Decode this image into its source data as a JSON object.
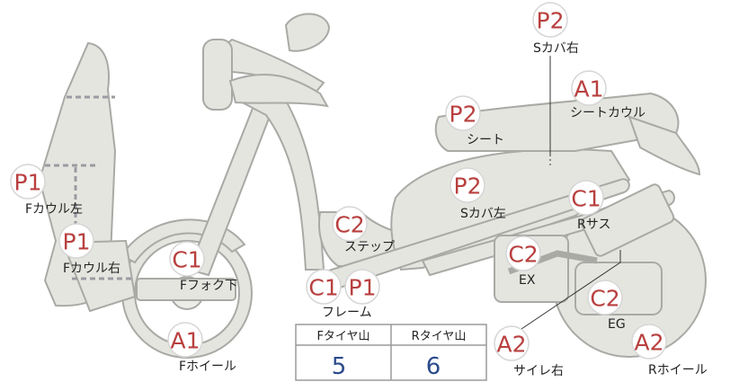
{
  "parts": [
    {
      "id": "s-cover-right-top",
      "grade": "P2",
      "label": "Sカバ右"
    },
    {
      "id": "seat-cowl",
      "grade": "A1",
      "label": "シートカウル"
    },
    {
      "id": "seat",
      "grade": "P2",
      "label": "シート"
    },
    {
      "id": "f-cowl-left",
      "grade": "P1",
      "label": "Fカウル左"
    },
    {
      "id": "f-cowl-right",
      "grade": "P1",
      "label": "Fカウル右"
    },
    {
      "id": "s-cover-left",
      "grade": "P2",
      "label": "Sカバ左"
    },
    {
      "id": "r-sus",
      "grade": "C1",
      "label": "Rサス"
    },
    {
      "id": "step",
      "grade": "C2",
      "label": "ステップ"
    },
    {
      "id": "f-fork-lower",
      "grade": "C1",
      "label": "Fフォク下"
    },
    {
      "id": "ex",
      "grade": "C2",
      "label": "EX"
    },
    {
      "id": "frame",
      "grade": "C1",
      "grade2": "P1",
      "label": "フレーム"
    },
    {
      "id": "eg",
      "grade": "C2",
      "label": "EG"
    },
    {
      "id": "f-wheel",
      "grade": "A1",
      "label": "Fホイール"
    },
    {
      "id": "muffler-right",
      "grade": "A2",
      "label": "サイレ右"
    },
    {
      "id": "r-wheel",
      "grade": "A2",
      "label": "Rホイール"
    }
  ],
  "tread": {
    "front_header": "Fタイヤ山",
    "rear_header": "Rタイヤ山",
    "front_value": "5",
    "rear_value": "6"
  },
  "colors": {
    "grade_text": "#b8403f",
    "tread_value": "#2b4a8c",
    "part_fill": "#e5e5e0"
  }
}
